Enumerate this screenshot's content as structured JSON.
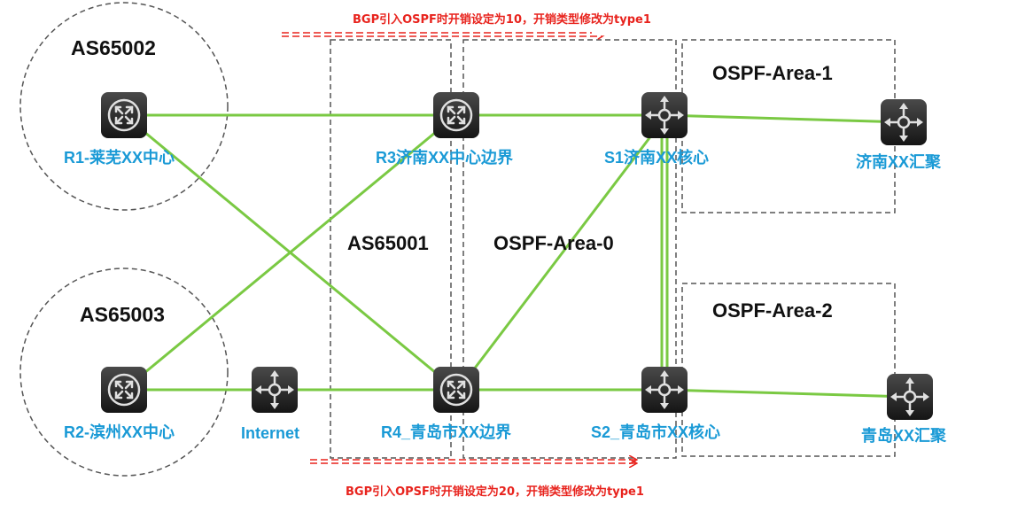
{
  "colors": {
    "link": "#7ac943",
    "annotation": "#e8231d",
    "label": "#1a9ad6",
    "boundary": "#555555",
    "device": "#2b2b2b"
  },
  "regions": {
    "as65002": "AS65002",
    "as65003": "AS65003",
    "as65001": "AS65001",
    "ospf_area0": "OSPF-Area-0",
    "ospf_area1": "OSPF-Area-1",
    "ospf_area2": "OSPF-Area-2"
  },
  "annotations": {
    "top": "BGP引入OSPF时开销设定为10，开销类型修改为type1",
    "bottom": "BGP引入OPSF时开销设定为20，开销类型修改为type1"
  },
  "nodes": {
    "r1": {
      "label": "R1-莱芜XX中心",
      "icon": "router-icon"
    },
    "r2": {
      "label": "R2-滨州XX中心",
      "icon": "router-icon"
    },
    "r3": {
      "label": "R3济南XX中心边界",
      "icon": "router-icon"
    },
    "r4": {
      "label": "R4_青岛市XX边界",
      "icon": "router-icon"
    },
    "s1": {
      "label": "S1济南XX核心",
      "icon": "switch-icon"
    },
    "s2": {
      "label": "S2_青岛市XX核心",
      "icon": "switch-icon"
    },
    "jinan_agg": {
      "label": "济南XX汇聚",
      "icon": "switch-icon"
    },
    "qingdao_agg": {
      "label": "青岛XX汇聚",
      "icon": "switch-icon"
    },
    "internet": {
      "label": "Internet",
      "icon": "switch-icon"
    }
  }
}
